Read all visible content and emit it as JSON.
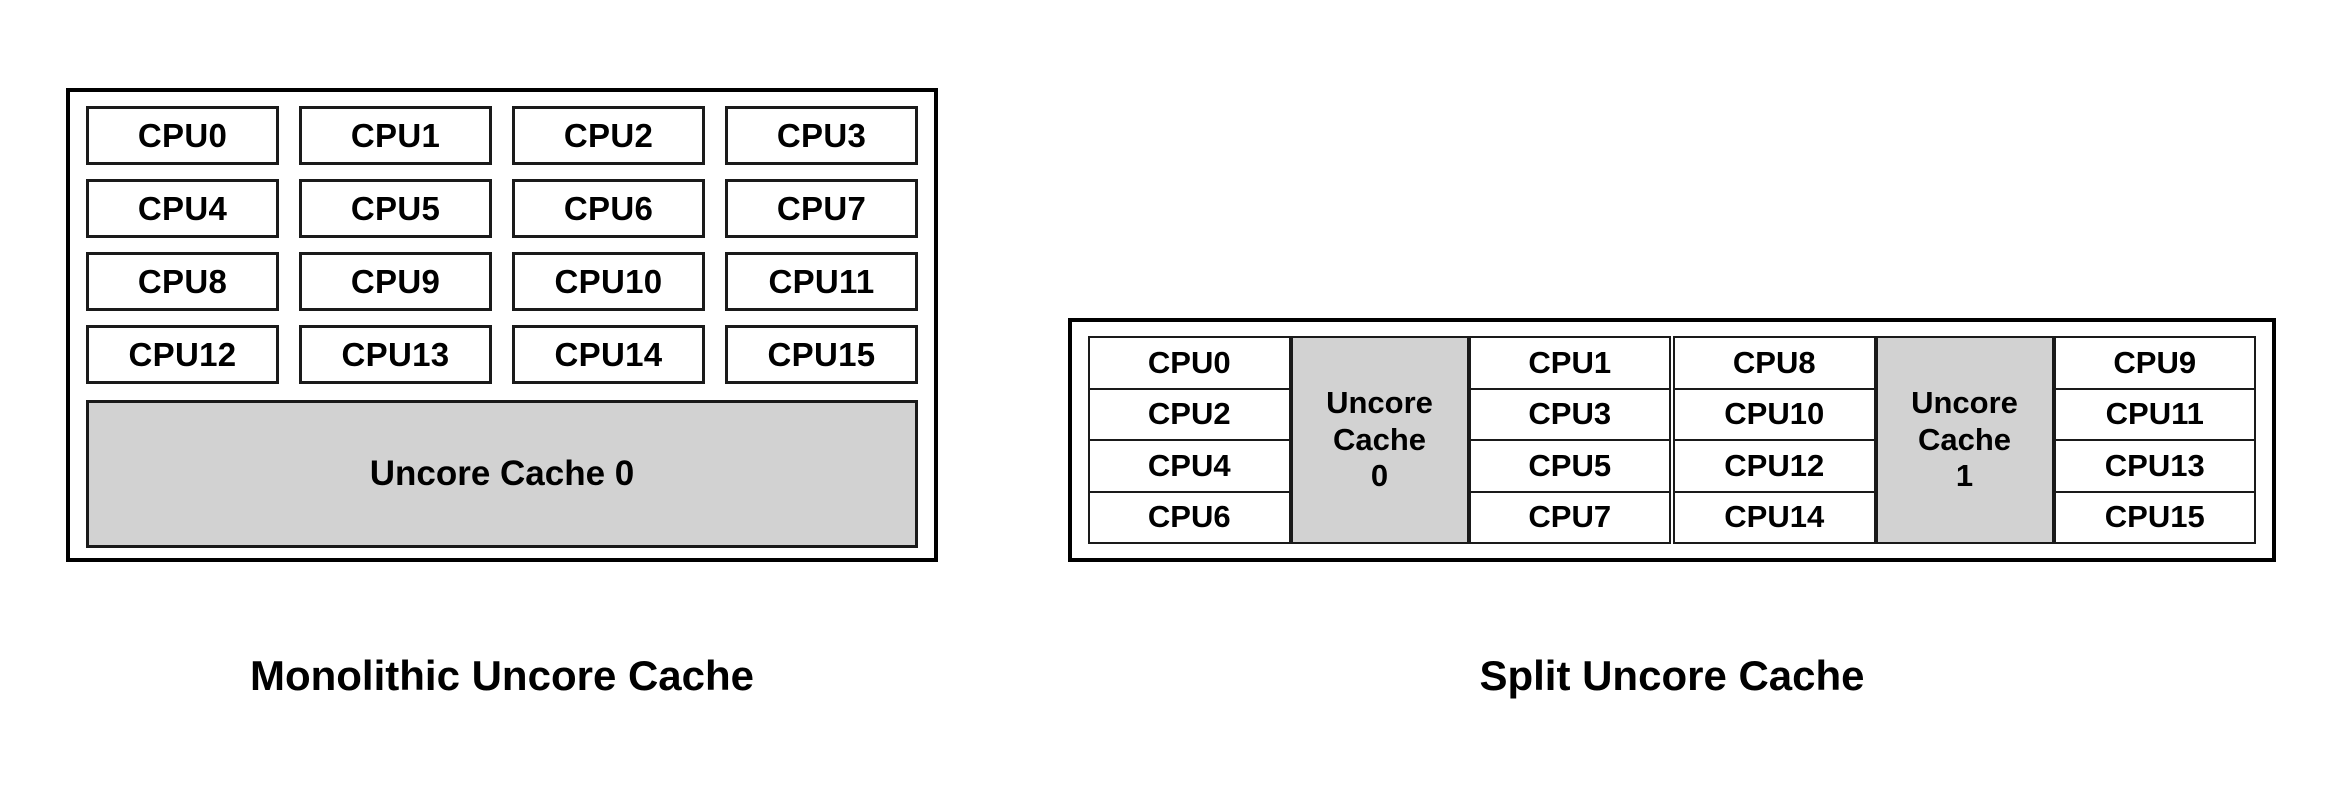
{
  "diagram": {
    "monolithic": {
      "caption": "Monolithic Uncore Cache",
      "cpus": [
        "CPU0",
        "CPU1",
        "CPU2",
        "CPU3",
        "CPU4",
        "CPU5",
        "CPU6",
        "CPU7",
        "CPU8",
        "CPU9",
        "CPU10",
        "CPU11",
        "CPU12",
        "CPU13",
        "CPU14",
        "CPU15"
      ],
      "uncore_cache_label": "Uncore Cache 0"
    },
    "split": {
      "caption": "Split Uncore Cache",
      "clusters": [
        {
          "left_cpus": [
            "CPU0",
            "CPU2",
            "CPU4",
            "CPU6"
          ],
          "cache_line1": "Uncore",
          "cache_line2": "Cache",
          "cache_line3": "0",
          "right_cpus": [
            "CPU1",
            "CPU3",
            "CPU5",
            "CPU7"
          ]
        },
        {
          "left_cpus": [
            "CPU8",
            "CPU10",
            "CPU12",
            "CPU14"
          ],
          "cache_line1": "Uncore",
          "cache_line2": "Cache",
          "cache_line3": "1",
          "right_cpus": [
            "CPU9",
            "CPU11",
            "CPU13",
            "CPU15"
          ]
        }
      ]
    }
  },
  "colors": {
    "cache_fill": "#d2d2d2",
    "cpu_fill": "#ffffff",
    "border": "#000000",
    "background": "#ffffff"
  }
}
